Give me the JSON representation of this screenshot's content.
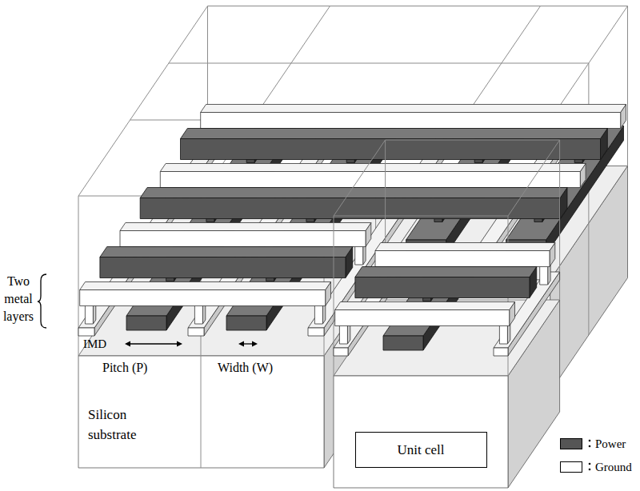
{
  "diagram": {
    "nodes": [
      {
        "text": [
          "Unit cell"
        ]
      }
    ],
    "labels": [
      "Two metal layers",
      "IMD",
      "Pitch (P)",
      "Width (W)",
      "Silicon substrate"
    ],
    "legend": [
      {
        "text": "Power",
        "color": "#555555"
      },
      {
        "text": "Ground",
        "color": "#ffffff"
      }
    ]
  }
}
